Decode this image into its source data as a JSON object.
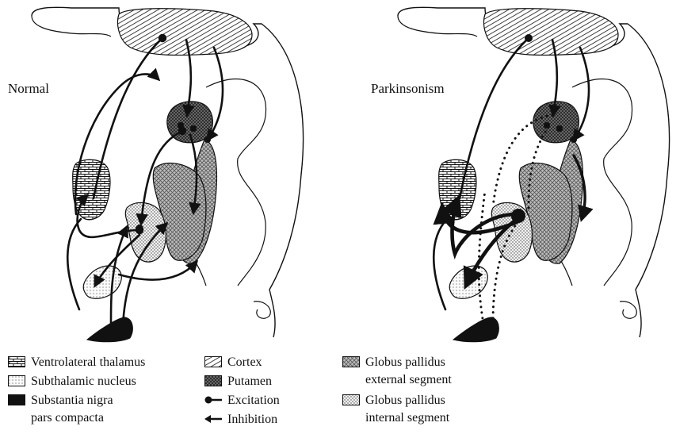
{
  "panels": {
    "left_label": "Normal",
    "right_label": "Parkinsonism"
  },
  "legend": {
    "ventrolateral_thalamus": "Ventrolateral thalamus",
    "subthalamic_nucleus": "Subthalamic nucleus",
    "substantia_nigra_line1": "Substantia nigra",
    "substantia_nigra_line2": "pars compacta",
    "cortex": "Cortex",
    "putamen": "Putamen",
    "excitation": "Excitation",
    "inhibition": "Inhibition",
    "gpe_line1": "Globus pallidus",
    "gpe_line2": "external segment",
    "gpi_line1": "Globus pallidus",
    "gpi_line2": "internal segment"
  },
  "colors": {
    "ink": "#111111",
    "fill": "#ffffff"
  }
}
